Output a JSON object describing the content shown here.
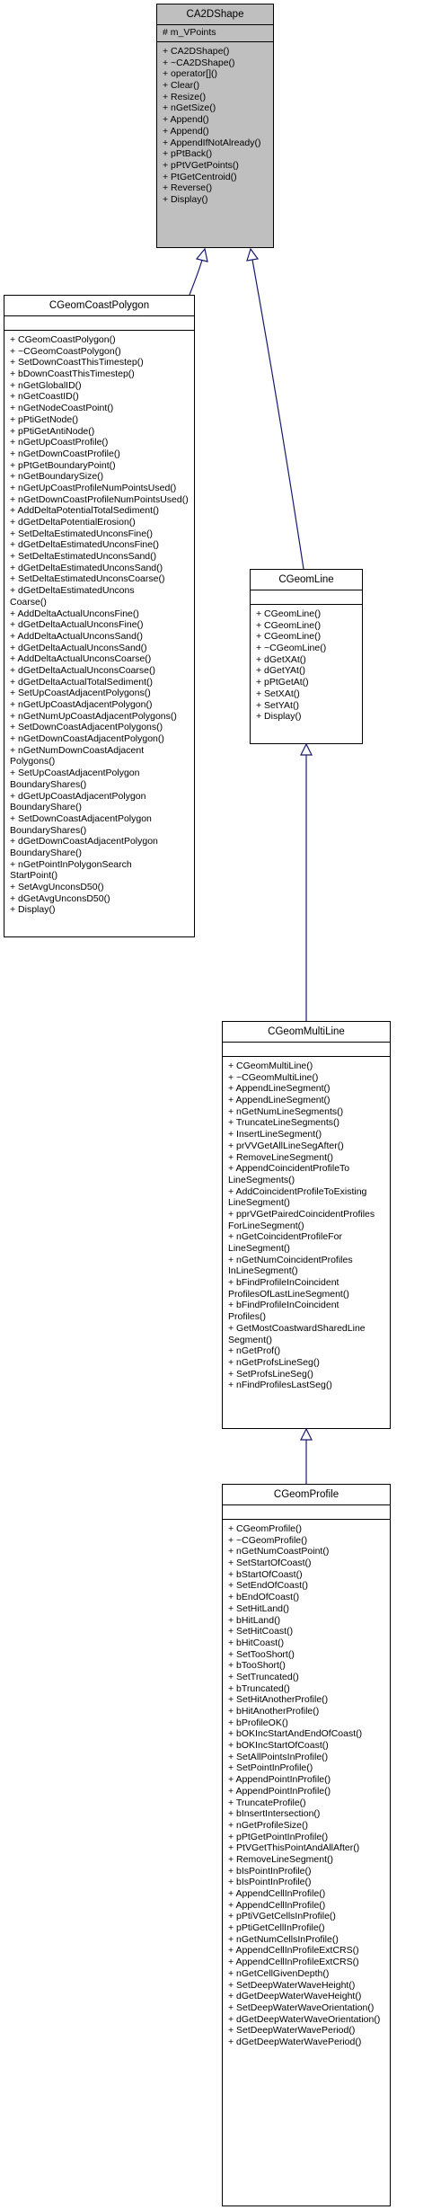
{
  "classes": {
    "ca2dshape": {
      "name": "CA2DShape",
      "attributes": [
        "# m_VPoints"
      ],
      "operations": [
        "+ CA2DShape()",
        "+ ~CA2DShape()",
        "+ operator[]()",
        "+ Clear()",
        "+ Resize()",
        "+ nGetSize()",
        "+ Append()",
        "+ Append()",
        "+ AppendIfNotAlready()",
        "+ pPtBack()",
        "+ pPtVGetPoints()",
        "+ PtGetCentroid()",
        "+ Reverse()",
        "+ Display()"
      ]
    },
    "cgeomcoastpolygon": {
      "name": "CGeomCoastPolygon",
      "attributes": [],
      "operations": [
        "+ CGeomCoastPolygon()",
        "+ ~CGeomCoastPolygon()",
        "+ SetDownCoastThisTimestep()",
        "+ bDownCoastThisTimestep()",
        "+ nGetGlobalID()",
        "+ nGetCoastID()",
        "+ nGetNodeCoastPoint()",
        "+ pPtiGetNode()",
        "+ pPtiGetAntiNode()",
        "+ nGetUpCoastProfile()",
        "+ nGetDownCoastProfile()",
        "+ pPtGetBoundaryPoint()",
        "+ nGetBoundarySize()",
        "+ nGetUpCoastProfileNumPointsUsed()",
        "+ nGetDownCoastProfileNumPointsUsed()",
        "+ AddDeltaPotentialTotalSediment()",
        "+ dGetDeltaPotentialErosion()",
        "+ SetDeltaEstimatedUnconsFine()",
        "+ dGetDeltaEstimatedUnconsFine()",
        "+ SetDeltaEstimatedUnconsSand()",
        "+ dGetDeltaEstimatedUnconsSand()",
        "+ SetDeltaEstimatedUnconsCoarse()",
        "+ dGetDeltaEstimatedUncons",
        "Coarse()",
        "+ AddDeltaActualUnconsFine()",
        "+ dGetDeltaActualUnconsFine()",
        "+ AddDeltaActualUnconsSand()",
        "+ dGetDeltaActualUnconsSand()",
        "+ AddDeltaActualUnconsCoarse()",
        "+ dGetDeltaActualUnconsCoarse()",
        "+ dGetDeltaActualTotalSediment()",
        "+ SetUpCoastAdjacentPolygons()",
        "+ nGetUpCoastAdjacentPolygon()",
        "+ nGetNumUpCoastAdjacentPolygons()",
        "+ SetDownCoastAdjacentPolygons()",
        "+ nGetDownCoastAdjacentPolygon()",
        "+ nGetNumDownCoastAdjacent",
        "Polygons()",
        "+ SetUpCoastAdjacentPolygon",
        "BoundaryShares()",
        "+ dGetUpCoastAdjacentPolygon",
        "BoundaryShare()",
        "+ SetDownCoastAdjacentPolygon",
        "BoundaryShares()",
        "+ dGetDownCoastAdjacentPolygon",
        "BoundaryShare()",
        "+ nGetPointInPolygonSearch",
        "StartPoint()",
        "+ SetAvgUnconsD50()",
        "+ dGetAvgUnconsD50()",
        "+ Display()"
      ]
    },
    "cgeomline": {
      "name": "CGeomLine",
      "attributes": [],
      "operations": [
        "+ CGeomLine()",
        "+ CGeomLine()",
        "+ CGeomLine()",
        "+ ~CGeomLine()",
        "+ dGetXAt()",
        "+ dGetYAt()",
        "+ pPtGetAt()",
        "+ SetXAt()",
        "+ SetYAt()",
        "+ Display()"
      ]
    },
    "cgeommultiline": {
      "name": "CGeomMultiLine",
      "attributes": [],
      "operations": [
        "+ CGeomMultiLine()",
        "+ ~CGeomMultiLine()",
        "+ AppendLineSegment()",
        "+ AppendLineSegment()",
        "+ nGetNumLineSegments()",
        "+ TruncateLineSegments()",
        "+ InsertLineSegment()",
        "+ prVVGetAllLineSegAfter()",
        "+ RemoveLineSegment()",
        "+ AppendCoincidentProfileTo",
        "LineSegments()",
        "+ AddCoincidentProfileToExisting",
        "LineSegment()",
        "+ pprVGetPairedCoincidentProfiles",
        "ForLineSegment()",
        "+ nGetCoincidentProfileFor",
        "LineSegment()",
        "+ nGetNumCoincidentProfiles",
        "InLineSegment()",
        "+ bFindProfileInCoincident",
        "ProfilesOfLastLineSegment()",
        "+ bFindProfileInCoincident",
        "Profiles()",
        "+ GetMostCoastwardSharedLine",
        "Segment()",
        "+ nGetProf()",
        "+ nGetProfsLineSeg()",
        "+ SetProfsLineSeg()",
        "+ nFindProfilesLastSeg()"
      ]
    },
    "cgeomprofile": {
      "name": "CGeomProfile",
      "attributes": [],
      "operations": [
        "+ CGeomProfile()",
        "+ ~CGeomProfile()",
        "+ nGetNumCoastPoint()",
        "+ SetStartOfCoast()",
        "+ bStartOfCoast()",
        "+ SetEndOfCoast()",
        "+ bEndOfCoast()",
        "+ SetHitLand()",
        "+ bHitLand()",
        "+ SetHitCoast()",
        "+ bHitCoast()",
        "+ SetTooShort()",
        "+ bTooShort()",
        "+ SetTruncated()",
        "+ bTruncated()",
        "+ SetHitAnotherProfile()",
        "+ bHitAnotherProfile()",
        "+ bProfileOK()",
        "+ bOKIncStartAndEndOfCoast()",
        "+ bOKIncStartOfCoast()",
        "+ SetAllPointsInProfile()",
        "+ SetPointInProfile()",
        "+ AppendPointInProfile()",
        "+ AppendPointInProfile()",
        "+ TruncateProfile()",
        "+ bInsertIntersection()",
        "+ nGetProfileSize()",
        "+ pPtGetPointInProfile()",
        "+ PtVGetThisPointAndAllAfter()",
        "+ RemoveLineSegment()",
        "+ bIsPointInProfile()",
        "+ bIsPointInProfile()",
        "+ AppendCellInProfile()",
        "+ AppendCellInProfile()",
        "+ pPtiVGetCellsInProfile()",
        "+ pPtiGetCellInProfile()",
        "+ nGetNumCellsInProfile()",
        "+ AppendCellInProfileExtCRS()",
        "+ AppendCellInProfileExtCRS()",
        "+ nGetCellGivenDepth()",
        "+ SetDeepWaterWaveHeight()",
        "+ dGetDeepWaterWaveHeight()",
        "+ SetDeepWaterWaveOrientation()",
        "+ dGetDeepWaterWaveOrientation()",
        "+ SetDeepWaterWavePeriod()",
        "+ dGetDeepWaterWavePeriod()"
      ]
    }
  },
  "colors": {
    "base_fill": "#bfbfbf",
    "box_fill": "#ffffff",
    "edge": "#191970"
  }
}
